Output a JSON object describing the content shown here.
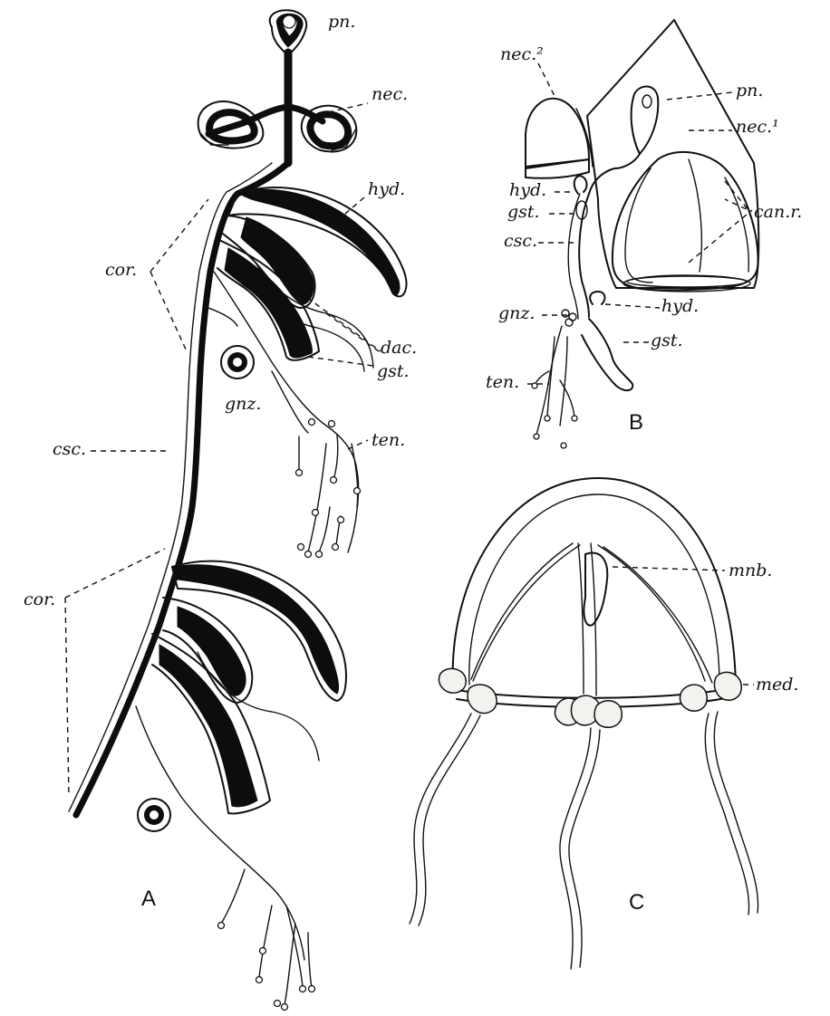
{
  "panels": {
    "a": "A",
    "b": "B",
    "c": "C"
  },
  "labels": {
    "a": {
      "pn": "pn.",
      "nec": "nec.",
      "hyd": "hyd.",
      "cor_top": "cor.",
      "dac": "dac.",
      "gst": "gst.",
      "gnz": "gnz.",
      "ten": "ten.",
      "csc": "csc.",
      "cor_bottom": "cor."
    },
    "b": {
      "nec2": "nec.²",
      "pn": "pn.",
      "nec1": "nec.¹",
      "hyd_upper": "hyd.",
      "gst_upper": "gst.",
      "can_r": "can.r.",
      "csc": "csc.",
      "gnz": "gnz.",
      "hyd_lower": "hyd.",
      "gst_lower": "gst.",
      "ten": "ten."
    },
    "c": {
      "mnb": "mnb.",
      "med": "med."
    }
  }
}
